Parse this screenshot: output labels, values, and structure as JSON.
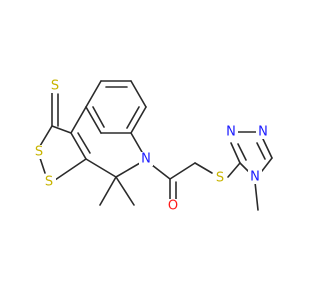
{
  "colors": {
    "bond": "#2b2b2b",
    "sulfur": "#c8b400",
    "nitrogen": "#1a1aff",
    "oxygen": "#ff1a1a",
    "background": "#ffffff"
  },
  "atom_labels": {
    "s_thione": "S",
    "s_ring_upper": "S",
    "s_ring_lower": "S",
    "n_quinoline": "N",
    "o_carbonyl": "O",
    "s_thioether": "S",
    "n_triazole_top_left": "N",
    "n_triazole_top_right": "N",
    "n_triazole_methyl": "N"
  }
}
